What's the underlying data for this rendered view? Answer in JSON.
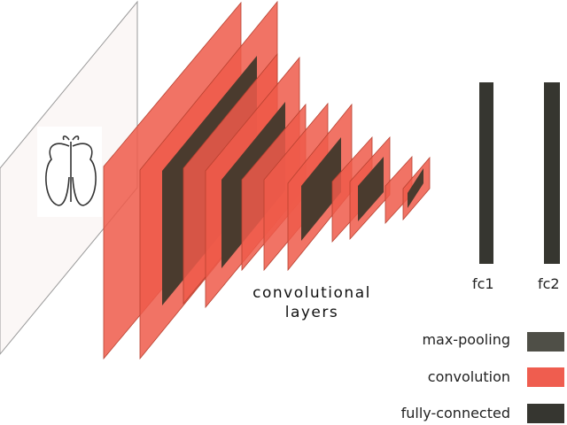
{
  "diagram": {
    "layers_label": [
      "convolutional",
      "layers"
    ],
    "fc_labels": [
      "fc1",
      "fc2"
    ],
    "legend": [
      {
        "label": "max-pooling",
        "color": "#4f4f47"
      },
      {
        "label": "convolution",
        "color": "#ef5d4f"
      },
      {
        "label": "fully-connected",
        "color": "#363630"
      }
    ],
    "colors": {
      "conv_plane": "#ef5b4a",
      "pool_inner": "#4a3b2e",
      "fc": "#363630",
      "input_plane": "#fbf7f6"
    },
    "input_image": "butterfly-sketch"
  }
}
